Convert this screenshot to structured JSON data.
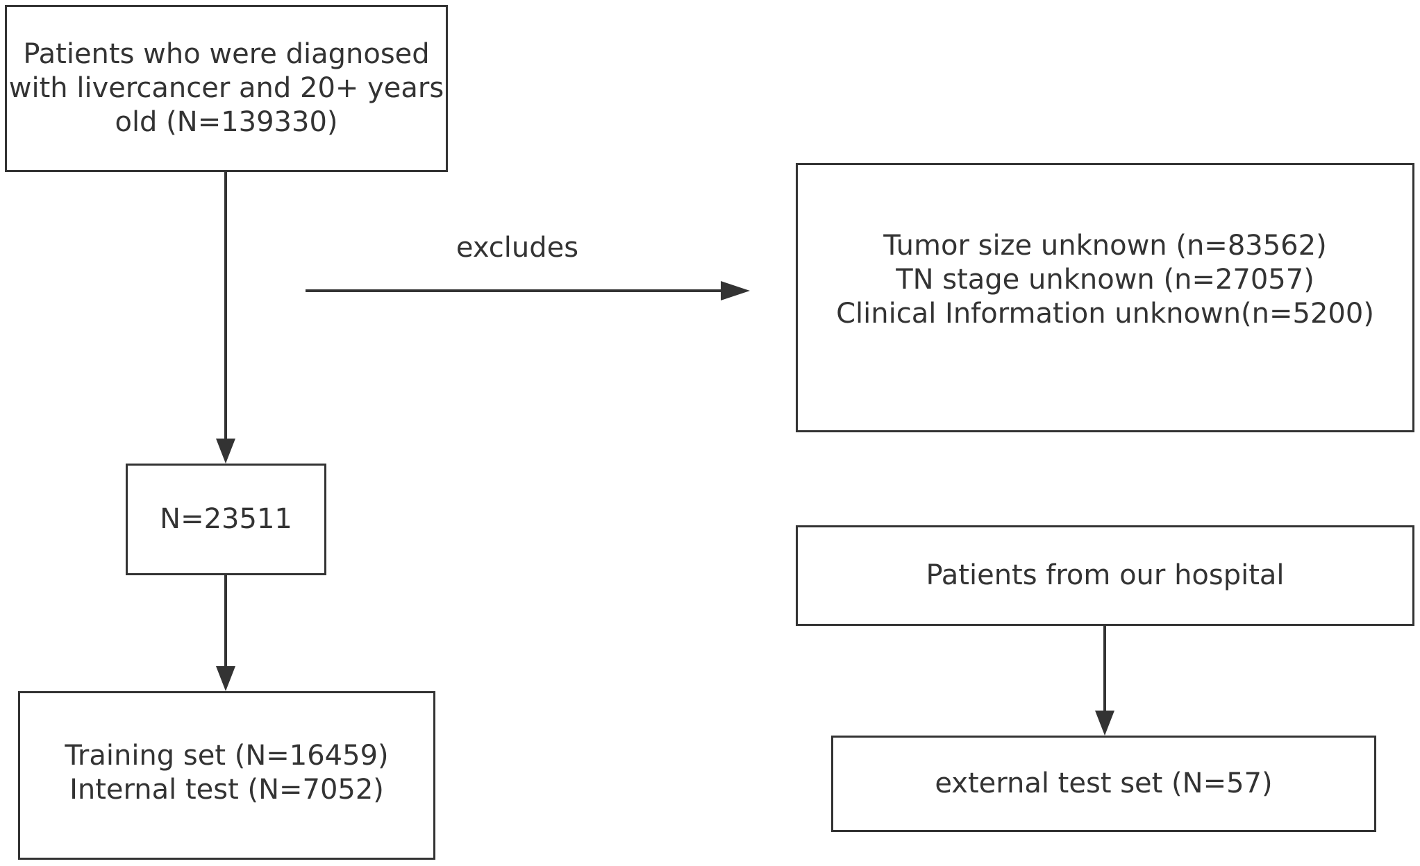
{
  "diagram": {
    "patients_box": {
      "lines": [
        "Patients  who were diagnosed",
        "with livercancer and 20+ years",
        "old  (N=139330)"
      ]
    },
    "excludes_label": "excludes",
    "exclusions_box": {
      "lines": [
        "Tumor size unknown (n=83562)",
        "TN stage unknown (n=27057)",
        "Clinical Information unknown(n=5200)"
      ]
    },
    "eligible_box": {
      "text": "N=23511"
    },
    "split_box": {
      "lines": [
        "Training set  (N=16459)",
        "Internal test (N=7052)"
      ]
    },
    "hospital_box": {
      "text": "Patients from our hospital"
    },
    "external_box": {
      "text": "external test set (N=57)"
    },
    "colors": {
      "stroke": "#333333",
      "text": "#333333",
      "background": "#ffffff"
    }
  }
}
